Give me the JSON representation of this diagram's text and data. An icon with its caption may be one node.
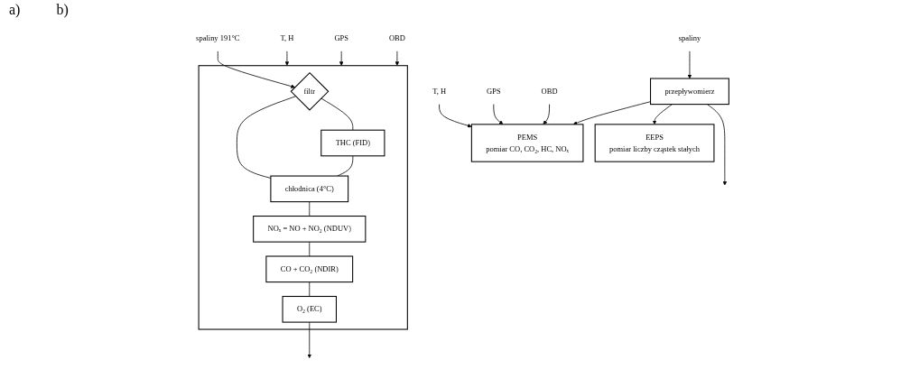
{
  "diagram": {
    "nodes": [
      {
        "text": [
          "spaliny"
        ]
      },
      {
        "text": [
          "T, H"
        ]
      },
      {
        "text": [
          "GPS"
        ]
      },
      {
        "text": [
          "OBD"
        ]
      },
      {
        "text": [
          "przepływomierz"
        ]
      },
      {
        "text": [
          "PEMS",
          "pomiar CO, CO₂, HC, NOₓ"
        ]
      },
      {
        "text": [
          "EEPS",
          "pomiar liczby cząstek stałych"
        ]
      },
      {
        "text": [
          "T, H"
        ]
      },
      {
        "text": [
          "GPS"
        ]
      },
      {
        "text": [
          "OBD"
        ]
      },
      {
        "text": [
          "spaliny 191°C"
        ]
      },
      {
        "text": [],
        "shape": "box"
      },
      {
        "text": [
          "filtr"
        ],
        "in": 11
      },
      {
        "text": [
          "THC (FID)"
        ],
        "in": 11
      },
      {
        "text": [
          "chłodnica (4°C)"
        ],
        "in": 11
      },
      {
        "text": [
          "NOₓ = NO + NO₂ (NDUV)"
        ],
        "in": 11
      },
      {
        "text": [
          "CO + CO₂ (NDIR)"
        ],
        "in": 11
      },
      {
        "text": [
          "O₂ (EC)"
        ],
        "in": 11
      }
    ],
    "edges": [
      {
        "from": 0,
        "to": 4,
        "arrow": "to"
      },
      {
        "from": 1,
        "to": 5,
        "arrow": "to"
      },
      {
        "from": 2,
        "to": 5,
        "arrow": "to"
      },
      {
        "from": 3,
        "to": 5,
        "arrow": "to"
      },
      {
        "from": 4,
        "to": 5,
        "arrow": "to"
      },
      {
        "from": 4,
        "to": 6,
        "arrow": "to"
      },
      {
        "from": 4,
        "to": null,
        "arrow": "to"
      },
      {
        "from": 7,
        "to": 11,
        "arrow": "to"
      },
      {
        "from": 8,
        "to": 11,
        "arrow": "to"
      },
      {
        "from": 9,
        "to": 11,
        "arrow": "to"
      },
      {
        "from": 10,
        "to": 12,
        "arrow": "to"
      },
      {
        "from": 12,
        "to": 13,
        "arrow": "none"
      },
      {
        "from": 12,
        "to": 14,
        "arrow": "none"
      },
      {
        "from": 13,
        "to": 14,
        "arrow": "none"
      },
      {
        "from": 14,
        "to": 15,
        "arrow": "none"
      },
      {
        "from": 15,
        "to": 16,
        "arrow": "none"
      },
      {
        "from": 16,
        "to": 17,
        "arrow": "none"
      },
      {
        "from": 17,
        "to": null,
        "arrow": "to"
      }
    ],
    "labels": [
      "a)",
      "b)"
    ]
  }
}
